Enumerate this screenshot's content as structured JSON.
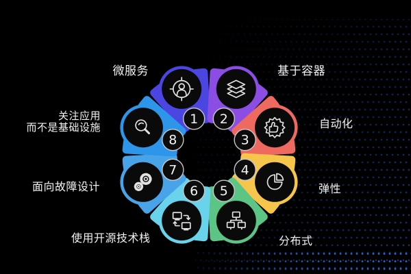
{
  "colors": {
    "background": "#000000",
    "dot_dim": "#15357b",
    "dot_bright": "#2f66d4",
    "dark_circle": "#0a0a0a",
    "icon_stroke": "#e2e2e2",
    "number_ring": "#c8c8c8",
    "label_text": "#f2f2f2"
  },
  "diagram": {
    "segments": [
      {
        "number": "1",
        "label": "微服务",
        "color": "#4b45e1",
        "icon": "target-user-icon"
      },
      {
        "number": "2",
        "label": "基于容器",
        "color": "#8b4de4",
        "icon": "layers-icon"
      },
      {
        "number": "3",
        "label": "自动化",
        "color": "#ee6a60",
        "icon": "badge-thumbs-up-icon"
      },
      {
        "number": "4",
        "label": "弹性",
        "color": "#f6c54b",
        "icon": "pie-chart-icon"
      },
      {
        "number": "5",
        "label": "分布式",
        "color": "#5cc485",
        "icon": "network-icon"
      },
      {
        "number": "6",
        "label": "使用开源技术栈",
        "color": "#69d3ec",
        "icon": "sync-monitors-icon"
      },
      {
        "number": "7",
        "label": "面向故障设计",
        "color": "#48a3e8",
        "icon": "gears-icon"
      },
      {
        "number": "8",
        "label": "关注应用",
        "label2": "而不是基础设施",
        "color": "#2e96ea",
        "icon": "magnifier-icon"
      }
    ]
  }
}
